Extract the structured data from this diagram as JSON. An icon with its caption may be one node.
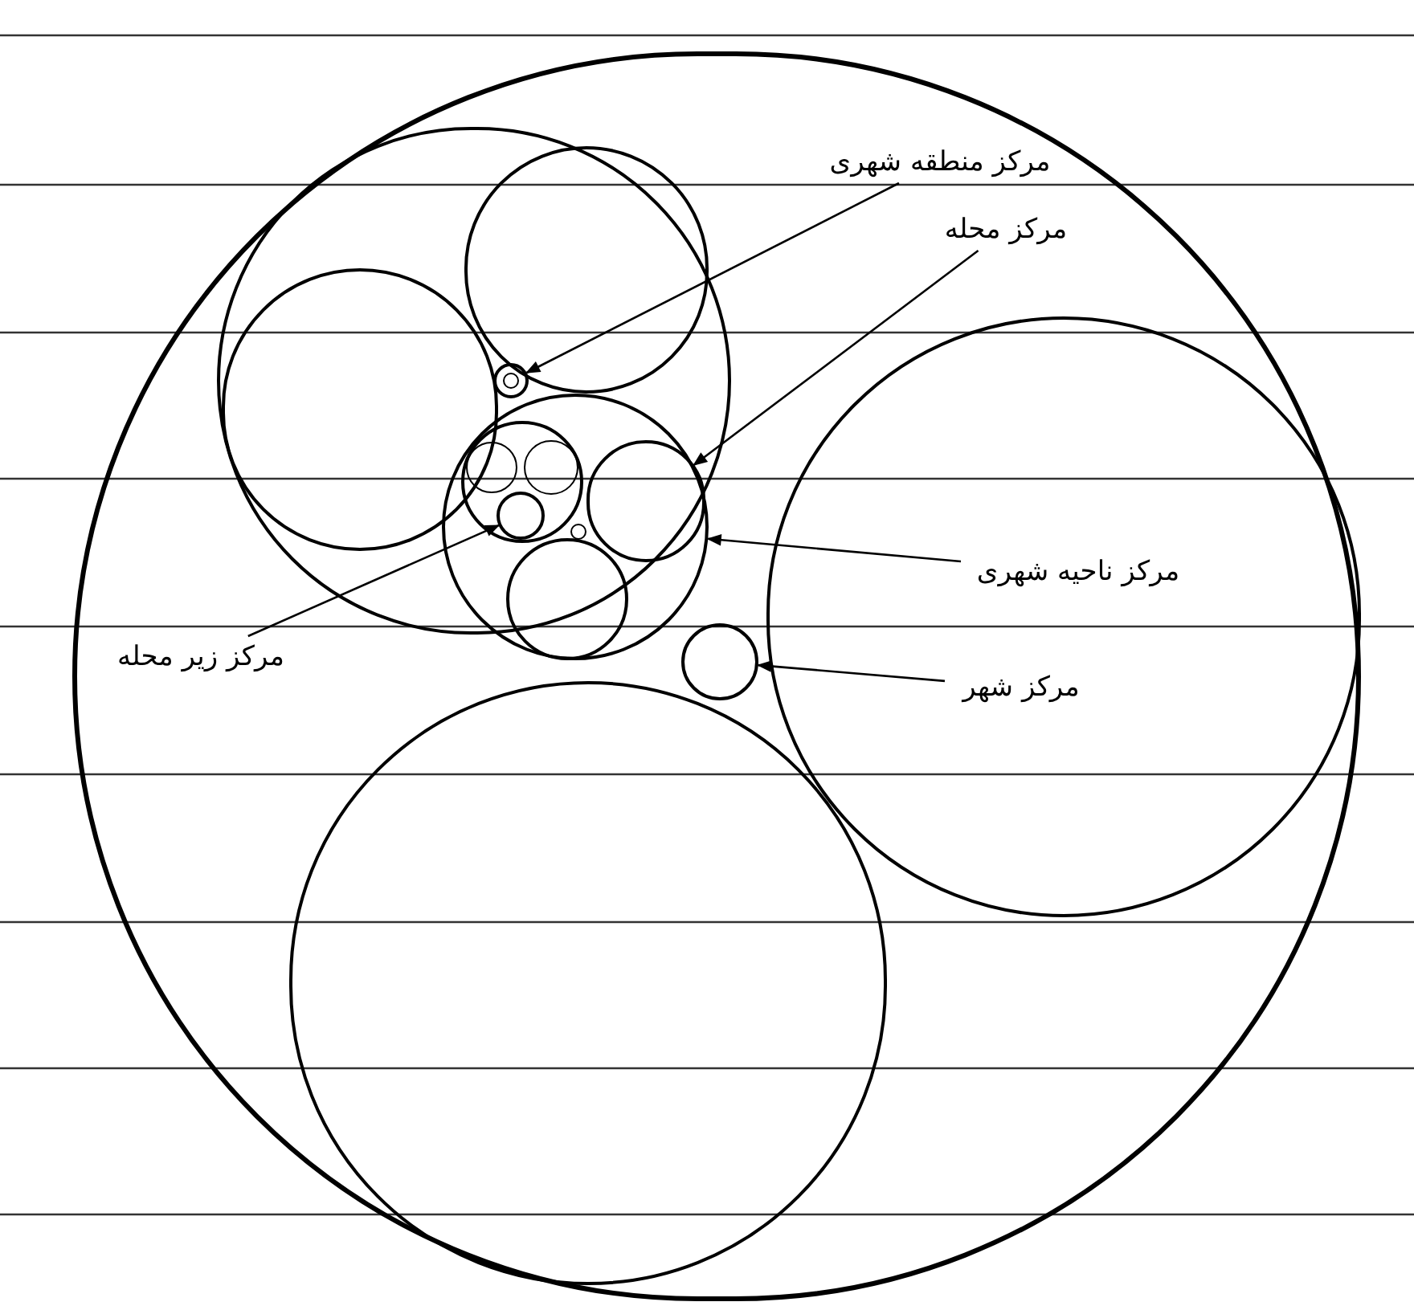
{
  "diagram": {
    "nodes": [
      {
        "text": [],
        "shape": "circle"
      },
      {
        "text": [],
        "shape": "circle",
        "in": 0
      },
      {
        "text": [],
        "shape": "circle",
        "in": 1
      },
      {
        "text": [],
        "shape": "circle",
        "in": 1
      },
      {
        "text": [],
        "shape": "circle",
        "in": 1
      },
      {
        "text": [],
        "shape": "circle",
        "in": 1
      },
      {
        "text": [],
        "shape": "circle",
        "in": 5
      },
      {
        "text": [],
        "shape": "circle",
        "in": 6
      },
      {
        "text": [],
        "shape": "circle",
        "in": 6
      },
      {
        "text": [],
        "shape": "circle",
        "in": 6
      },
      {
        "text": [],
        "shape": "circle",
        "in": 5
      },
      {
        "text": [],
        "shape": "circle",
        "in": 5
      },
      {
        "text": [],
        "shape": "circle",
        "in": 5
      },
      {
        "text": [],
        "shape": "circle",
        "in": 0
      },
      {
        "text": [],
        "shape": "circle",
        "in": 0
      },
      {
        "text": [],
        "shape": "circle",
        "in": 0
      },
      {
        "text": [
          "مرکز منطقه شهری"
        ],
        "in": 0
      },
      {
        "text": [
          "مرکز محله"
        ],
        "in": 0
      },
      {
        "text": [
          "مرکز ناحیه شهری"
        ],
        "in": 14
      },
      {
        "text": [
          "مرکز زیر محله"
        ],
        "in": 0
      },
      {
        "text": [
          "مرکز شهر"
        ],
        "in": 14
      }
    ],
    "edges": [
      {
        "from": 16,
        "to": 4,
        "arrow": "to"
      },
      {
        "from": 17,
        "to": 10,
        "arrow": "to"
      },
      {
        "from": 18,
        "to": 5,
        "arrow": "to"
      },
      {
        "from": 19,
        "to": 9,
        "arrow": "to"
      },
      {
        "from": 20,
        "to": 13,
        "arrow": "to"
      }
    ]
  }
}
